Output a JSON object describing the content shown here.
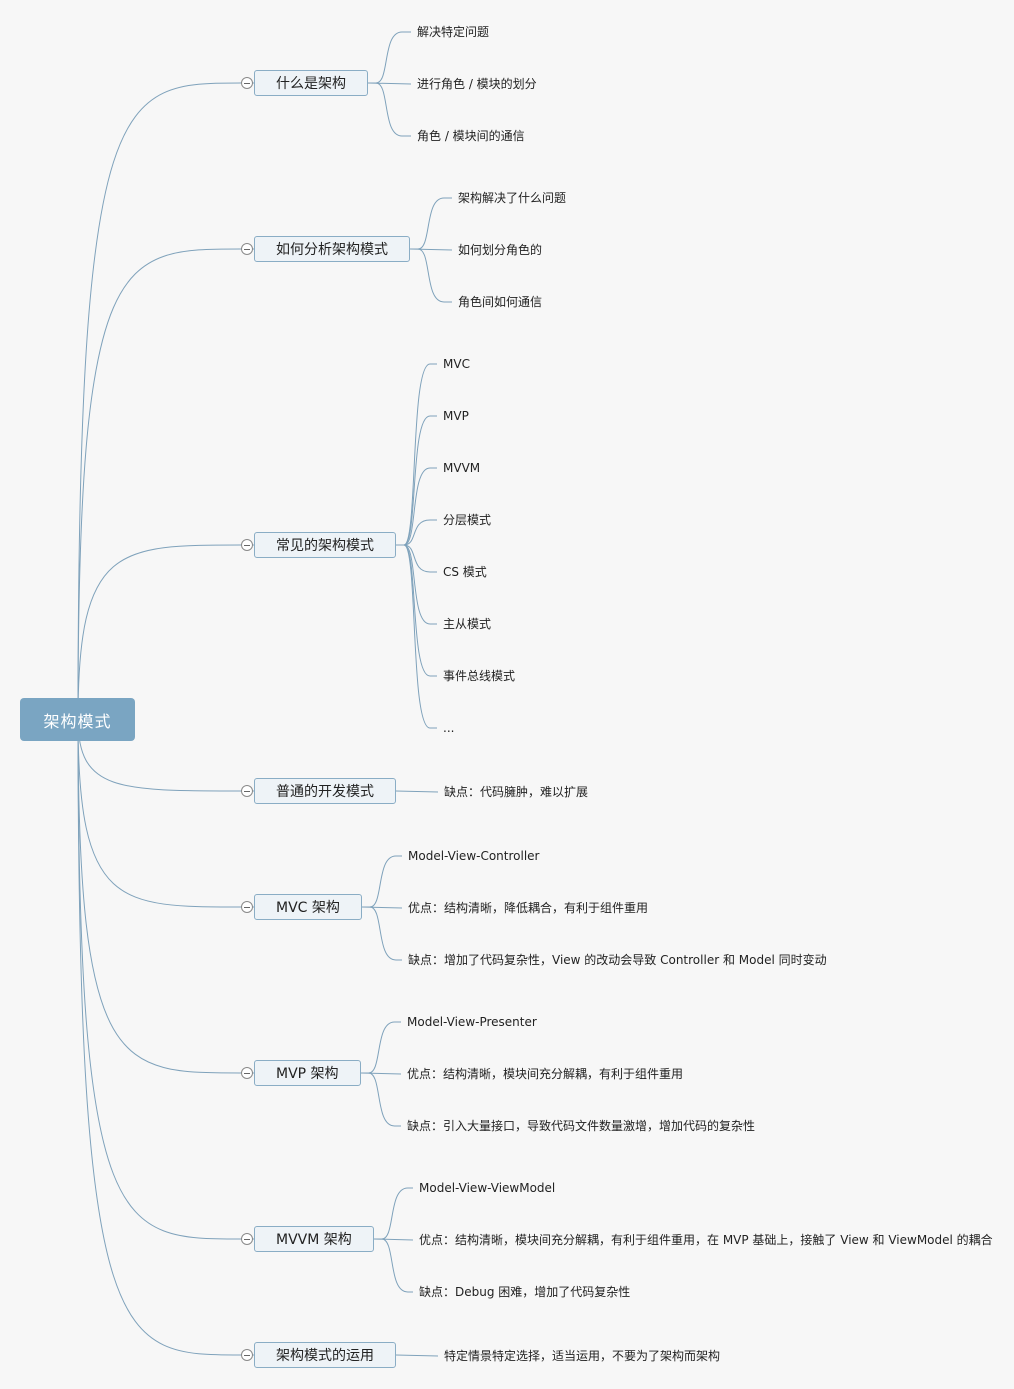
{
  "root": {
    "label": "架构模式"
  },
  "branches": [
    {
      "label": "什么是架构",
      "children": [
        "解决特定问题",
        "进行角色 / 模块的划分",
        "角色 / 模块间的通信"
      ]
    },
    {
      "label": "如何分析架构模式",
      "children": [
        "架构解决了什么问题",
        "如何划分角色的",
        "角色间如何通信"
      ]
    },
    {
      "label": "常见的架构模式",
      "children": [
        "MVC",
        "MVP",
        "MVVM",
        "分层模式",
        "CS 模式",
        "主从模式",
        "事件总线模式",
        "..."
      ]
    },
    {
      "label": "普通的开发模式",
      "children": [
        "缺点：代码臃肿，难以扩展"
      ]
    },
    {
      "label": "MVC 架构",
      "children": [
        "Model-View-Controller",
        "优点：结构清晰，降低耦合，有利于组件重用",
        "缺点：增加了代码复杂性，View 的改动会导致 Controller 和 Model 同时变动"
      ]
    },
    {
      "label": "MVP 架构",
      "children": [
        "Model-View-Presenter",
        "优点：结构清晰，模块间充分解耦，有利于组件重用",
        "缺点：引入大量接口，导致代码文件数量激增，增加代码的复杂性"
      ]
    },
    {
      "label": "MVVM 架构",
      "children": [
        "Model-View-ViewModel",
        "优点：结构清晰，模块间充分解耦，有利于组件重用，在 MVP 基础上，接触了 View 和 ViewModel 的耦合",
        "缺点：Debug 困难，增加了代码复杂性"
      ]
    },
    {
      "label": "架构模式的运用",
      "children": [
        "特定情景特定选择，适当运用，不要为了架构而架构"
      ]
    }
  ],
  "colors": {
    "connector": "#7fa2bb",
    "root_fill": "#7aa5c2",
    "branch_fill": "#eef3f7",
    "branch_border": "#8aadc5"
  }
}
